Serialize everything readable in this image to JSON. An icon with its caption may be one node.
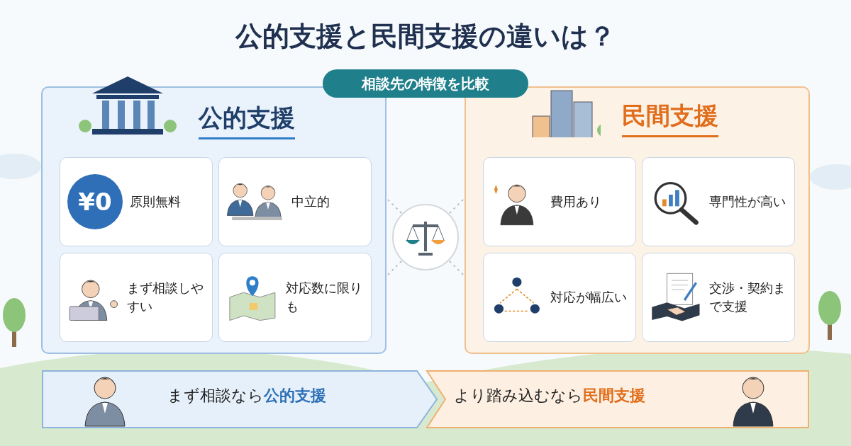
{
  "diagram": {
    "title": "公的支援と民間支援の違いは？",
    "nodes": [
      {
        "text": [
          "公的支援"
        ]
      },
      {
        "text": [
          "¥0",
          "原則無料"
        ],
        "in": 0
      },
      {
        "text": [
          "中立的"
        ],
        "in": 0
      },
      {
        "text": [
          "まず相談しやすい"
        ],
        "in": 0
      },
      {
        "text": [
          "対応数に限りも"
        ],
        "in": 0
      },
      {
        "text": [
          "民間支援"
        ]
      },
      {
        "text": [
          "費用あり"
        ],
        "in": 5
      },
      {
        "text": [
          "専門性が高い"
        ],
        "in": 5
      },
      {
        "text": [
          "対応が幅広い"
        ],
        "in": 5
      },
      {
        "text": [
          "交渉・契約まで支援"
        ],
        "in": 5
      },
      {
        "text": [],
        "shape": "circle"
      },
      {
        "text": [
          "まず相談なら**公的支援**"
        ]
      },
      {
        "text": [
          "より踏み込むなら**民間支援**"
        ]
      }
    ],
    "edges": [
      {
        "from": 10,
        "to": 0,
        "arrow": "none",
        "style": "dashed"
      },
      {
        "from": 10,
        "to": 0,
        "arrow": "none",
        "style": "dashed"
      },
      {
        "from": 10,
        "to": 5,
        "arrow": "none",
        "style": "dashed"
      },
      {
        "from": 10,
        "to": 5,
        "arrow": "none",
        "style": "dashed"
      }
    ],
    "labels": [
      "相談先の特徴を比較"
    ]
  }
}
